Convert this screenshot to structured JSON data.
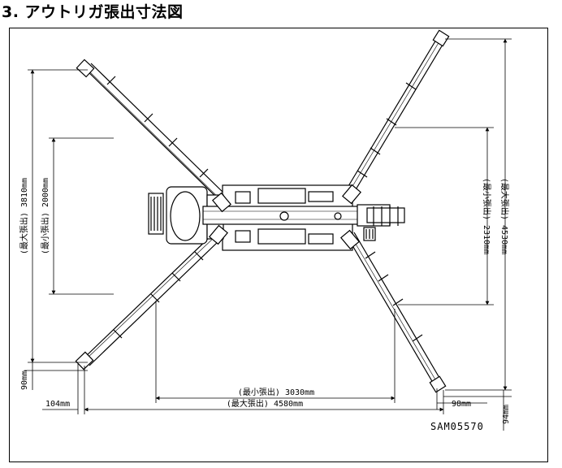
{
  "title": "3. アウトリガ張出寸法図",
  "drawing_code": "SAM05570",
  "dimensions": {
    "left_max": "(最大張出) 3810mm",
    "left_min": "(最小張出) 2000mm",
    "right_min": "(最小張出) 2310mm",
    "right_max": "(最大張出) 4530mm",
    "bottom_min": "(最小張出) 3030mm",
    "bottom_max": "(最大張出) 4580mm",
    "left_offset_vertical": "90mm",
    "left_offset_horizontal": "104mm",
    "right_offset_horizontal": "98mm",
    "right_offset_vertical": "94mm"
  }
}
